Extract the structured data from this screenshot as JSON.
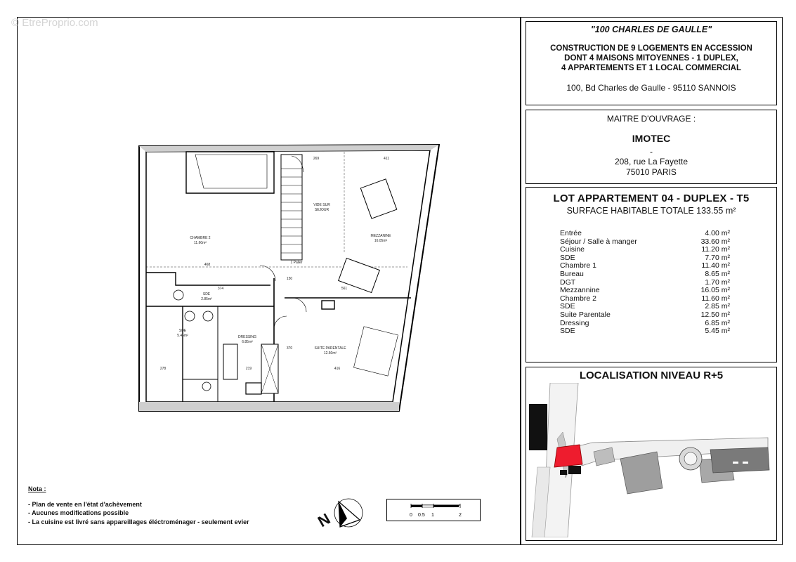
{
  "watermark": "© EtreProprio.com",
  "title_block": {
    "project_name": "\"100 CHARLES DE GAULLE\"",
    "description_lines": [
      "CONSTRUCTION DE 9 LOGEMENTS EN ACCESSION",
      "DONT 4 MAISONS MITOYENNES - 1 DUPLEX,",
      "4 APPARTEMENTS ET 1 LOCAL COMMERCIAL"
    ],
    "address": "100, Bd Charles de Gaulle - 95110 SANNOIS"
  },
  "owner_block": {
    "label": "MAITRE D'OUVRAGE :",
    "name": "IMOTEC",
    "dash": "-",
    "address_lines": [
      "208, rue La Fayette",
      "75010 PARIS"
    ]
  },
  "lot_block": {
    "title": "LOT APPARTEMENT 04 - DUPLEX - T5",
    "surface": "SURFACE HABITABLE TOTALE 133.55 m²",
    "rooms": [
      {
        "name": "Entrée",
        "area": "4.00 m²"
      },
      {
        "name": "Séjour / Salle à manger",
        "area": "33.60 m²"
      },
      {
        "name": "Cuisine",
        "area": "11.20 m²"
      },
      {
        "name": "SDE",
        "area": "7.70 m²"
      },
      {
        "name": "Chambre 1",
        "area": "11.40 m²"
      },
      {
        "name": "Bureau",
        "area": "8.65 m²"
      },
      {
        "name": "DGT",
        "area": "1.70 m²"
      },
      {
        "name": "Mezzannine",
        "area": "16.05 m²"
      },
      {
        "name": "Chambre 2",
        "area": "11.60 m²"
      },
      {
        "name": "SDE",
        "area": "2.85 m²"
      },
      {
        "name": "Suite Parentale",
        "area": "12.50 m²"
      },
      {
        "name": "Dressing",
        "area": "6.85 m²"
      },
      {
        "name": "SDE",
        "area": "5.45 m²"
      }
    ]
  },
  "location_block": {
    "title": "LOCALISATION NIVEAU R+5"
  },
  "notes": {
    "heading": "Nota :",
    "lines": [
      "- Plan de vente en l'état d'achèvement",
      "- Aucunes modifications possible",
      "- La cuisine est livré sans appareillages éléctroménager - seulement evier"
    ]
  },
  "scale": {
    "labels": [
      "0",
      "0.5",
      "1",
      "2"
    ]
  },
  "plan": {
    "rooms": [
      {
        "name": "CHAMBRE 2",
        "area": "11.60m²"
      },
      {
        "name": "VIDE SUR",
        "area": "SEJOUR"
      },
      {
        "name": "MEZZANINE",
        "area": "16.05m²"
      },
      {
        "name": "SDE",
        "area": "2.85m²"
      },
      {
        "name": "SDE",
        "area": "5.45m²"
      },
      {
        "name": "DRESSING",
        "area": "6.85m²"
      },
      {
        "name": "SUITE PARENTALE",
        "area": "12.50m²"
      }
    ],
    "dimensions": [
      "269",
      "411",
      "468",
      "374",
      "561",
      "150",
      "278",
      "219",
      "416",
      "370"
    ],
    "palier": "1 Palier"
  }
}
